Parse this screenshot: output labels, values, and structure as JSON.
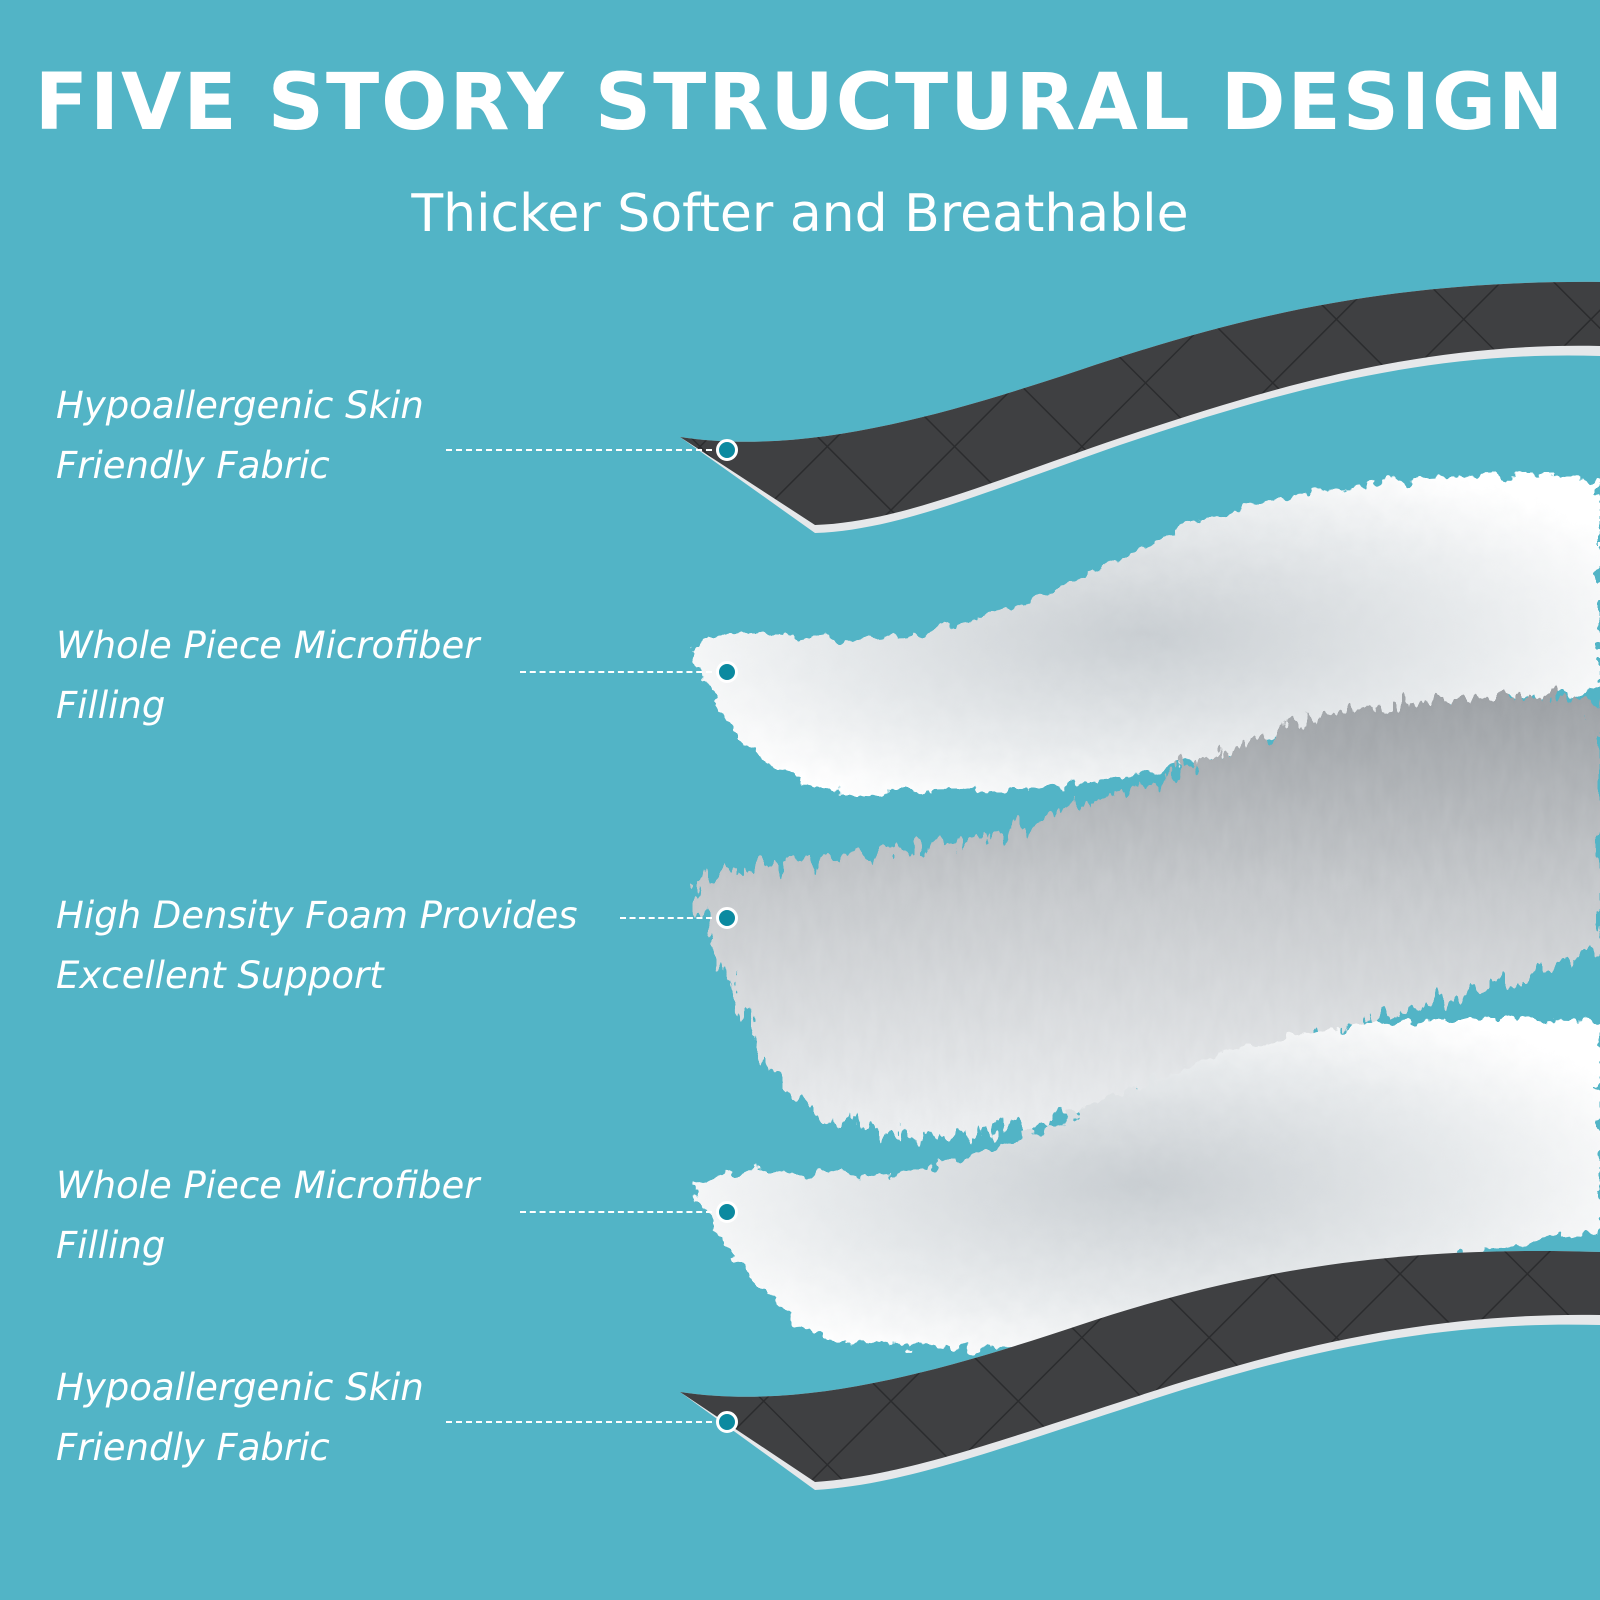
{
  "title": "FIVE STORY STRUCTURAL DESIGN",
  "subtitle": "Thicker Softer and Breathable",
  "layers": [
    {
      "name": "fabric-top",
      "line1": "Hypoallergenic Skin",
      "line2": "Friendly Fabric"
    },
    {
      "name": "microfiber-top",
      "line1": "Whole Piece Microfiber",
      "line2": "Filling"
    },
    {
      "name": "foam",
      "line1": "High Density Foam Provides",
      "line2": "Excellent Support"
    },
    {
      "name": "microfiber-bottom",
      "line1": "Whole Piece Microfiber",
      "line2": "Filling"
    },
    {
      "name": "fabric-bottom",
      "line1": "Hypoallergenic Skin",
      "line2": "Friendly Fabric"
    }
  ],
  "colors": {
    "background": "#52b4c6",
    "fabric": "#3f4042",
    "fabric_stitch": "#2c2d2f",
    "fiber": "#eef1f3",
    "foam": "#b9bcbf",
    "dot": "#0b8aa0",
    "text": "#ffffff"
  }
}
